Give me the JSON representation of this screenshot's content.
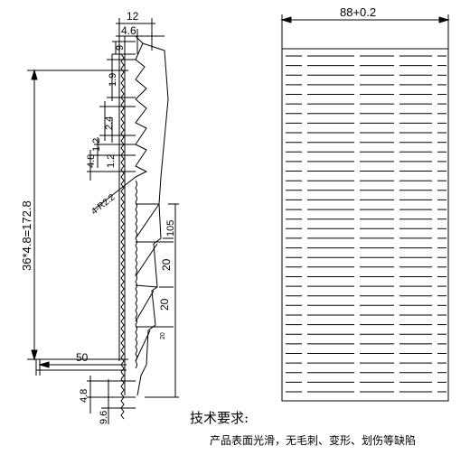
{
  "left_view": {
    "dim_total": "36*4.8=172.8",
    "dim_top_width": "12",
    "dim_top_offset": "4.6",
    "dim_9": "9",
    "dim_1_9": "1.9",
    "dim_2_4": "2.4",
    "dim_1_2": "1.2",
    "dim_4_8": "4.8",
    "dim_1_2b": "1.2",
    "dim_radius": "4-R2.2",
    "dim_105": "105",
    "dim_20a": "20",
    "dim_20b": "20",
    "dim_20c": "20",
    "dim_50": "50",
    "dim_4_8_bottom": "4.8",
    "dim_9_6": "9.6"
  },
  "right_view": {
    "dim_width": "88+0.2",
    "slot_rows": 36
  },
  "tech_requirements": {
    "title": "技术要求:",
    "text": "产品表面光滑，无毛刺、变形、划伤等缺陷"
  }
}
